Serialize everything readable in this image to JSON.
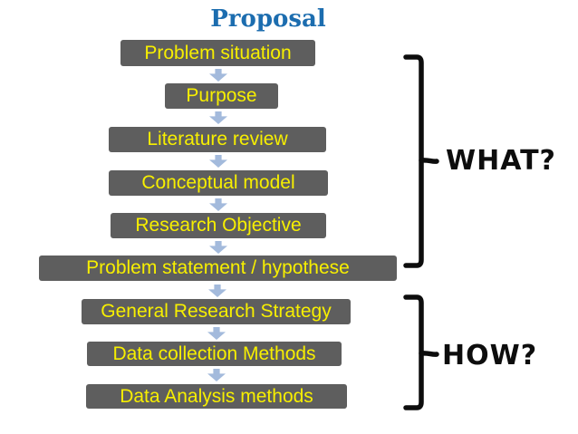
{
  "slide": {
    "title": "Proposal",
    "colors": {
      "title_blue": "#1C6DAF",
      "box_fill_gray": "#5E5E5E",
      "box_text_yellow": "#F7EF00",
      "arrow_blue": "#A3BADC",
      "bracket_black": "#0D0D0D",
      "background": "#FFFFFF"
    },
    "flow_boxes": [
      {
        "label": "Problem situation"
      },
      {
        "label": "Purpose"
      },
      {
        "label": "Literature review"
      },
      {
        "label": "Conceptual model"
      },
      {
        "label": "Research Objective"
      },
      {
        "label": "Problem statement / hypothese"
      },
      {
        "label": "General Research Strategy"
      },
      {
        "label": "Data collection Methods"
      },
      {
        "label": "Data Analysis methods"
      }
    ],
    "brackets": [
      {
        "label": "WHAT?"
      },
      {
        "label": "HOW?"
      }
    ]
  }
}
